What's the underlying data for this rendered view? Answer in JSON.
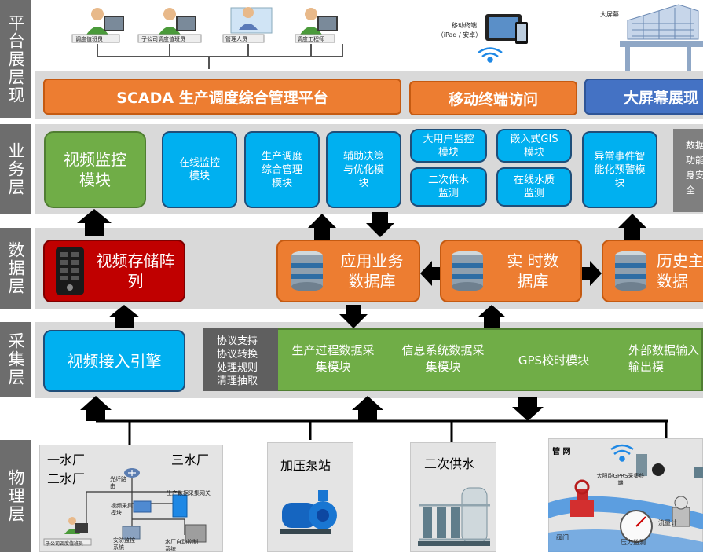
{
  "layers": {
    "platform": "平台展层现",
    "business": "业务层",
    "data": "数据层",
    "collection": "采集层",
    "physical": "物理层"
  },
  "platform": {
    "users": [
      "调度值班员",
      "子公司调度值班员",
      "管理人员",
      "调度工程师"
    ],
    "mobile_label": "移动终端",
    "mobile_sub": "（iPad / 安卓）",
    "screen_label": "大屏幕",
    "bar_scada": "SCADA 生产调度综合管理平台",
    "bar_mobile": "移动终端访问",
    "bar_screen": "大屏幕展现"
  },
  "business": {
    "video_monitor": "视频监控模块",
    "online_monitor": "在线监控模块",
    "dispatch": "生产调度综合管理模块",
    "decision": "辅助决策与优化模块",
    "big_user": "大用户监控模块",
    "gis": "嵌入式GIS模块",
    "secondary_supply": "二次供水监测",
    "water_quality": "在线水质监测",
    "alarm": "异常事件智能化预警模块",
    "right_partial": "数据功能身安全"
  },
  "data": {
    "video_storage": "视频存储阵列",
    "app_db": "应用业务数据库",
    "realtime_db": "实 时数据库",
    "history_db": "历史主数据"
  },
  "collection": {
    "video_engine": "视频接入引擎",
    "protocol": [
      "协议支持",
      "协议转换",
      "处理规则",
      "清理抽取"
    ],
    "production": "生产过程数据采集模块",
    "info_system": "信息系统数据采集模块",
    "gps": "GPS校时模块",
    "external": "外部数据输入输出模"
  },
  "physical": {
    "plant1": "一水厂",
    "plant2": "二水厂",
    "plant3": "三水厂",
    "router": "光纤路由",
    "video_module": "视频采集模块",
    "security": "安防监控系统",
    "gateway": "生产数据采集网关",
    "auto_control": "水厂自动控制系统",
    "plant_staff": "子公司调度值班员",
    "booster": "加压泵站",
    "secondary": "二次供水",
    "pipe_net": "管 网",
    "solar": "太阳能GPRS采集终端",
    "valve": "阀门",
    "flowmeter": "流量计",
    "pressure": "压力监测"
  },
  "colors": {
    "orange": "#ed7d31",
    "blue": "#4472c4",
    "cyan": "#00b0f0",
    "green": "#70ad47",
    "red": "#c00000",
    "gray": "#6d6d6d"
  }
}
